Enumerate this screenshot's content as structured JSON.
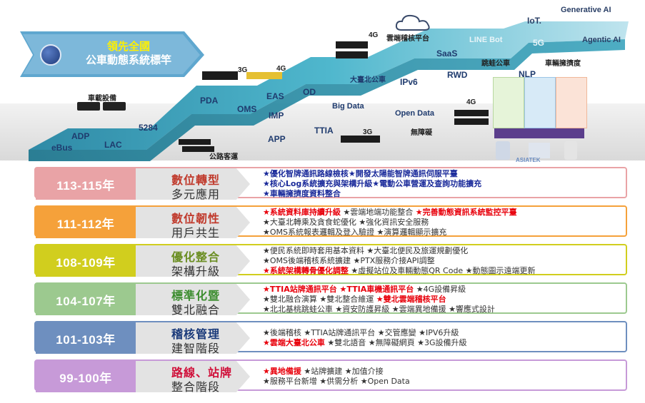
{
  "banner": {
    "title_line1": "領先全國",
    "title_line2": "公車動態系統標竿"
  },
  "timeline_labels": [
    {
      "id": "ebus",
      "text": "eBus"
    },
    {
      "id": "adp",
      "text": "ADP"
    },
    {
      "id": "lac",
      "text": "LAC"
    },
    {
      "id": "5284",
      "text": "5284"
    },
    {
      "id": "pda",
      "text": "PDA"
    },
    {
      "id": "oms",
      "text": "OMS"
    },
    {
      "id": "eas",
      "text": "EAS"
    },
    {
      "id": "imp",
      "text": "IMP"
    },
    {
      "id": "app",
      "text": "APP"
    },
    {
      "id": "od",
      "text": "OD"
    },
    {
      "id": "bigdata",
      "text": "Big Data"
    },
    {
      "id": "ttia",
      "text": "TTIA"
    },
    {
      "id": "ipv6",
      "text": "IPv6"
    },
    {
      "id": "opendata",
      "text": "Open Data"
    },
    {
      "id": "saas",
      "text": "SaaS"
    },
    {
      "id": "rwd",
      "text": "RWD"
    },
    {
      "id": "linebot",
      "text": "LINE Bot"
    },
    {
      "id": "5g",
      "text": "5G"
    },
    {
      "id": "nlp",
      "text": "NLP"
    },
    {
      "id": "iot",
      "text": "IoT."
    },
    {
      "id": "genai",
      "text": "Generative AI"
    },
    {
      "id": "agentic",
      "text": "Agentic AI"
    }
  ],
  "small_labels": [
    {
      "id": "onboard",
      "text": "車載設備"
    },
    {
      "id": "highway",
      "text": "公路客運"
    },
    {
      "id": "taipei",
      "text": "大臺北公車"
    },
    {
      "id": "cloud",
      "text": "雲端稽核平台"
    },
    {
      "id": "accessible",
      "text": "無障礙"
    },
    {
      "id": "jump",
      "text": "跳蛙公車"
    },
    {
      "id": "crowd",
      "text": "車輛擁擠度"
    },
    {
      "id": "g3a",
      "text": "3G"
    },
    {
      "id": "g4a",
      "text": "4G"
    },
    {
      "id": "g4b",
      "text": "4G"
    },
    {
      "id": "g3b",
      "text": "3G"
    },
    {
      "id": "g4c",
      "text": "4G"
    },
    {
      "id": "asiatek",
      "text": "ASIATEK"
    }
  ],
  "rows": [
    {
      "years": "113-115年",
      "title1": "數位轉型",
      "title2": "多元應用",
      "color": "#e9a3a6",
      "border": "#e9a3a6",
      "title_color": "#c0392b",
      "lines": [
        [
          {
            "t": "★優化智牌通訊路線檢核★開發太陽能智牌通訊伺服平臺",
            "s": "bl"
          }
        ],
        [
          {
            "t": "★核心Log系統擴充與架構升級★電動公車營運及查詢功能擴充",
            "s": "bl"
          }
        ],
        [
          {
            "t": "★車輛擁擠度資料整合",
            "s": "bl"
          }
        ]
      ]
    },
    {
      "years": "111-112年",
      "title1": "數位韌性",
      "title2": "用戶共生",
      "color": "#f5a13a",
      "border": "#f5a13a",
      "title_color": "#c0392b",
      "lines": [
        [
          {
            "t": "★系統資料庫持續升級",
            "s": "hl"
          },
          {
            "t": " ★雲端地端功能整合 ",
            "s": "nm"
          },
          {
            "t": "★完善動態資訊系統監控平臺",
            "s": "hl"
          }
        ],
        [
          {
            "t": "★大臺北轉乘及貪食蛇優化 ★強化資訊安全服務",
            "s": "nm"
          }
        ],
        [
          {
            "t": "★OMS系統報表邏輯及登入驗證 ★演算邏輯顯示擴充",
            "s": "nm"
          }
        ]
      ]
    },
    {
      "years": "108-109年",
      "title1": "優化整合",
      "title2": "架構升級",
      "color": "#d1ce1e",
      "border": "#d1ce1e",
      "title_color": "#6b8e23",
      "lines": [
        [
          {
            "t": "★便民系統即時套用基本資料 ★大臺北便民及旅運規劃優化",
            "s": "nm"
          }
        ],
        [
          {
            "t": "★OMS後端稽核系統擴建 ★PTX服務介接API調整",
            "s": "nm"
          }
        ],
        [
          {
            "t": "★系統架構轉骨優化調整",
            "s": "hl"
          },
          {
            "t": " ★虛擬站位及車輛動態QR Code ★動態圖示遠端更新",
            "s": "nm"
          }
        ]
      ]
    },
    {
      "years": "104-107年",
      "title1": "標準化暨",
      "title2": "雙北融合",
      "color": "#9cc98f",
      "border": "#9cc98f",
      "title_color": "#3c8d2f",
      "lines": [
        [
          {
            "t": "★TTIA站牌通訊平台 ★TTIA車機通訊平台",
            "s": "hl"
          },
          {
            "t": " ★4G設備昇級",
            "s": "nm"
          }
        ],
        [
          {
            "t": "★雙北融合演算 ★雙北整合維運 ",
            "s": "nm"
          },
          {
            "t": "★雙北雲端稽核平台",
            "s": "hl"
          }
        ],
        [
          {
            "t": "★北北基桃跳蛙公車 ★資安防護昇級 ★雲端異地備援 ★響應式設計",
            "s": "nm"
          }
        ]
      ]
    },
    {
      "years": "101-103年",
      "title1": "稽核管理",
      "title2": "建智階段",
      "color": "#6e8fbf",
      "border": "#6e8fbf",
      "title_color": "#1a3a7a",
      "lines": [
        [
          {
            "t": "★後端稽核 ★TTIA站牌通訊平台 ★交管應變 ★IPV6升級",
            "s": "nm"
          }
        ],
        [
          {
            "t": "★雲端大臺北公車",
            "s": "hl"
          },
          {
            "t": " ★雙北語音 ★無障礙網頁 ★3G設備升級",
            "s": "nm"
          }
        ]
      ]
    },
    {
      "years": "99-100年",
      "title1": "路線、站牌",
      "title2": "整合階段",
      "color": "#c79ad8",
      "border": "#c79ad8",
      "title_color": "#d0103a",
      "lines": [
        [
          {
            "t": "★異地備援",
            "s": "hl"
          },
          {
            "t": " ★站牌擴建 ★加值介接",
            "s": "nm"
          }
        ],
        [
          {
            "t": "★服務平台新增 ★供需分析 ★Open Data",
            "s": "nm"
          }
        ]
      ]
    }
  ],
  "colors": {
    "ribbon_top": "#2ea0b8",
    "ribbon_front": "#1b7d97",
    "accent_red": "#e8000b",
    "text_navy": "#1f3b6e"
  }
}
